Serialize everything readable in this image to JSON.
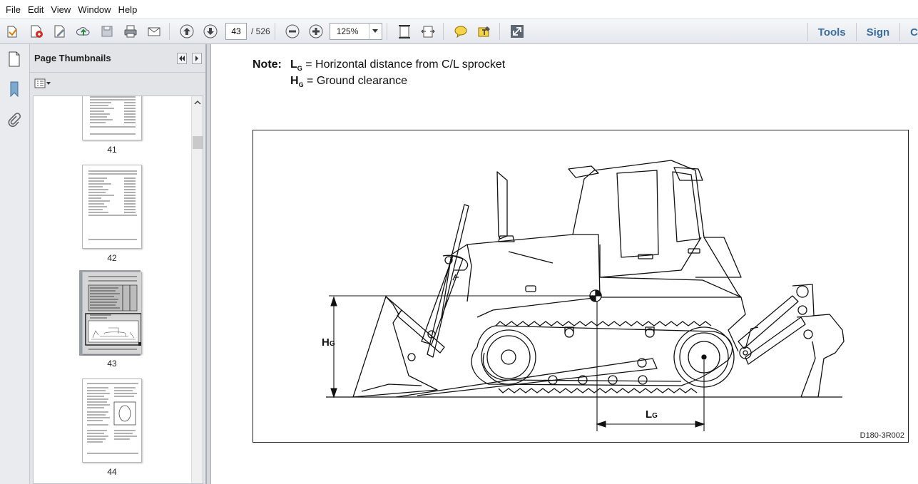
{
  "menu": [
    "File",
    "Edit",
    "View",
    "Window",
    "Help"
  ],
  "toolbar": {
    "page_current": "43",
    "page_total": "/ 526",
    "zoom": "125%",
    "tools_label": "Tools",
    "sign_label": "Sign",
    "comment_partial": "C"
  },
  "panel": {
    "title": "Page Thumbnails",
    "thumbnails": [
      {
        "label": "41"
      },
      {
        "label": "42"
      },
      {
        "label": "43",
        "selected": true
      },
      {
        "label": "44"
      }
    ]
  },
  "document": {
    "note_label": "Note:",
    "line1_sym": "L",
    "line1_sub": "G",
    "line1_text": " = Horizontal distance from C/L sprocket",
    "line2_sym": "H",
    "line2_sub": "G",
    "line2_text": " = Ground clearance",
    "fig_h_label": "H",
    "fig_h_sub": "G",
    "fig_l_label": "L",
    "fig_l_sub": "G",
    "figure_id": "D180-3R002"
  }
}
